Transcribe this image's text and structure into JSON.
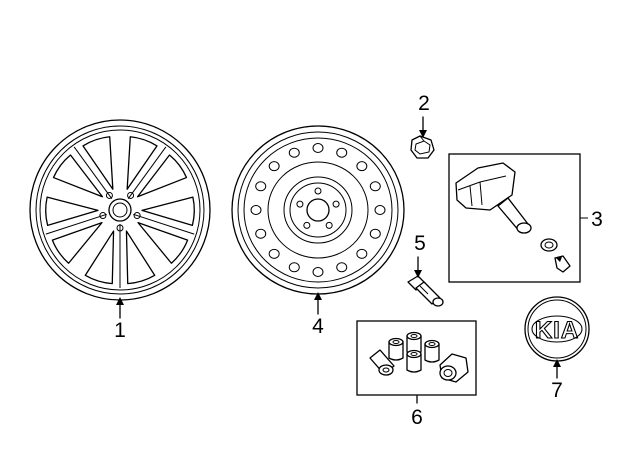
{
  "callouts": {
    "alloy_wheel": "1",
    "valve_cap": "2",
    "tpms_sensor": "3",
    "steel_wheel": "4",
    "valve_stem": "5",
    "lug_nuts": "6",
    "center_cap": "7"
  },
  "center_cap_logo": "KIA",
  "colors": {
    "line": "#000000",
    "background": "#ffffff"
  }
}
